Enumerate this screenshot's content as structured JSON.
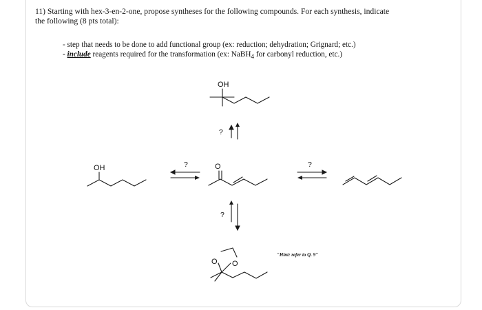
{
  "question": {
    "line1": "11) Starting with hex-3-en-2-one, propose syntheses for the following compounds. For each synthesis, indicate",
    "line2": "the following (8 pts total):"
  },
  "bullets": {
    "item1": "- step that needs to be done to add functional group (ex: reduction; dehydration; Grignard; etc.)",
    "item2_prefix": "- ",
    "item2_emphasis": "include",
    "item2_rest": " reagents required for the transformation (ex: NaBH",
    "item2_sub": "4",
    "item2_end": " for carbonyl reduction, etc.)"
  },
  "scheme": {
    "label_oh_top": "OH",
    "label_oh_left": "OH",
    "label_o_carbonyl": "O",
    "label_o_ring_top": "O",
    "label_o_ring_bottom": "O",
    "qmark_up": "?",
    "qmark_left": "?",
    "qmark_right": "?",
    "qmark_down": "?"
  },
  "hint": "\"Hint: refer to Q. 9\""
}
